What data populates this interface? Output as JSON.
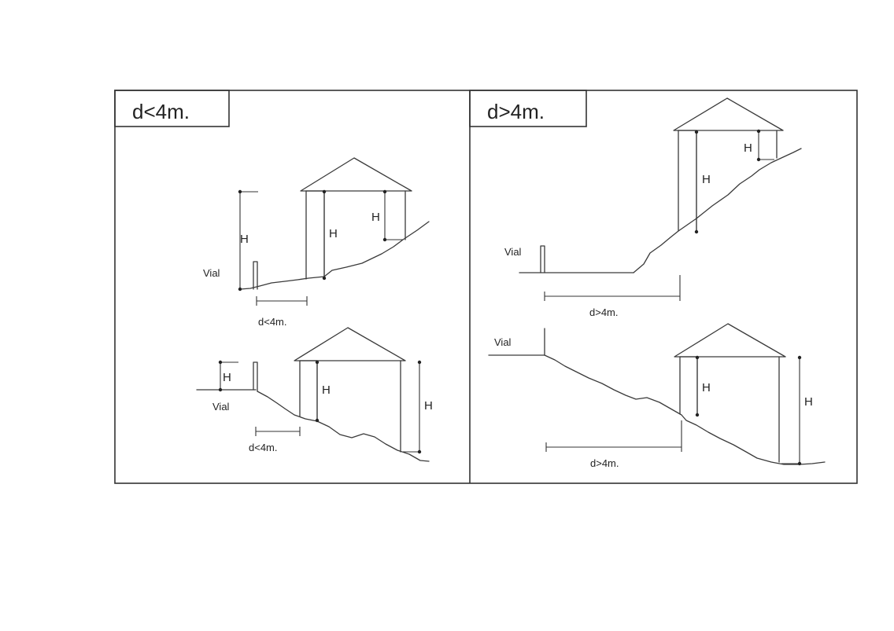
{
  "panels": {
    "left": {
      "title": "d<4m."
    },
    "right": {
      "title": "d>4m."
    }
  },
  "labels": {
    "vial": "Vial",
    "height": "H",
    "dist_less": "d<4m.",
    "dist_greater": "d>4m."
  }
}
